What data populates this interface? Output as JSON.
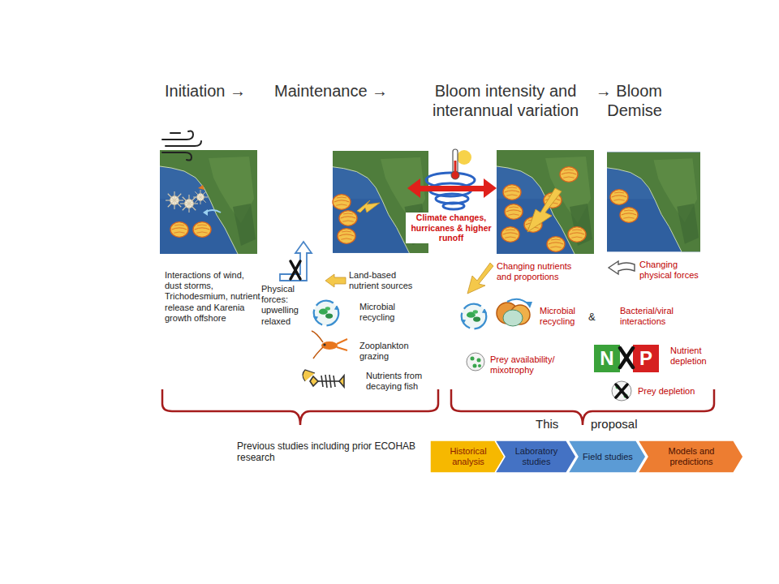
{
  "diagram": {
    "nodes": [
      {
        "text": [
          "N"
        ]
      },
      {
        "text": [
          "P"
        ]
      },
      {
        "text": [
          "Historical analysis"
        ]
      },
      {
        "text": [
          "Laboratory studies"
        ]
      },
      {
        "text": [
          "Field studies"
        ]
      },
      {
        "text": [
          "Models and predictions"
        ]
      }
    ],
    "labels": [
      "Initiation →",
      "Maintenance →",
      "Bloom intensity and interannual variation",
      "→ Bloom Demise",
      "Climate changes, hurricanes & higher runoff",
      "Interactions of wind, dust storms, Trichodesmium, nutrient release and Karenia growth offshore",
      "Physical forces: upwelling relaxed",
      "Land-based nutrient sources",
      "Microbial recycling",
      "Zooplankton grazing",
      "Nutrients from decaying fish",
      "Changing nutrients and proportions",
      "Microbial recycling",
      "&",
      "Bacterial/viral interactions",
      "Changing physical forces",
      "Prey availability/ mixotrophy",
      "Nutrient depletion",
      "Prey depletion",
      "Previous studies including prior ECOHAB research",
      "This",
      "proposal"
    ]
  }
}
